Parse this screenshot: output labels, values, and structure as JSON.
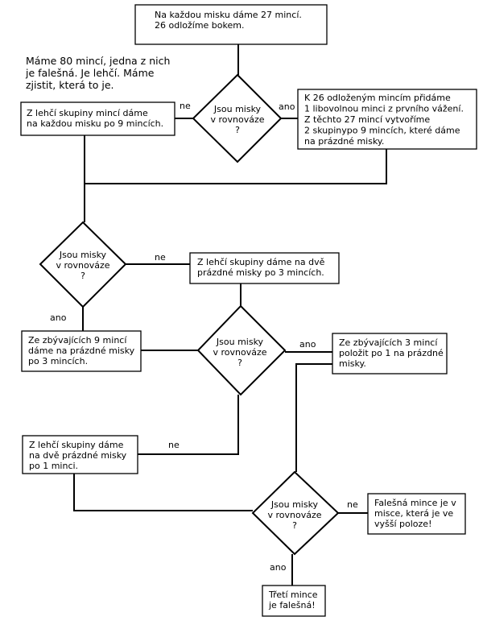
{
  "nodes": {
    "start": {
      "lines": [
        "Na každou misku dáme 27 mincí.",
        "26 odložíme bokem."
      ]
    },
    "intro": {
      "lines": [
        "Máme 80 mincí, jedna z nich",
        "je falešná. Je lehčí. Máme",
        "zjistit, která to je."
      ]
    },
    "decision1": {
      "lines": [
        "Jsou misky",
        "v rovnováze",
        "?"
      ]
    },
    "box_left1": {
      "lines": [
        "Z lehčí skupiny mincí dáme",
        "na každou misku po 9 mincích."
      ]
    },
    "box_right1": {
      "lines": [
        "K 26 odloženým mincím přidáme",
        "1 libovolnou minci z prvního vážení.",
        "Z těchto 27 mincí vytvoříme",
        "2 skupinypo 9 mincích, které dáme",
        "na prázdné misky."
      ]
    },
    "decision2": {
      "lines": [
        "Jsou misky",
        "v rovnováze",
        "?"
      ]
    },
    "box_mid2": {
      "lines": [
        "Z lehčí skupiny dáme na dvě",
        "prázdné misky po 3 mincích."
      ]
    },
    "box_left3": {
      "lines": [
        "Ze zbývajících 9 mincí",
        "dáme na prázdné misky",
        "po 3 mincích."
      ]
    },
    "decision3": {
      "lines": [
        "Jsou misky",
        "v rovnováze",
        "?"
      ]
    },
    "box_right3": {
      "lines": [
        "Ze zbývajících 3 mincí",
        "položit po 1 na prázdné",
        "misky."
      ]
    },
    "box_left4": {
      "lines": [
        "Z lehčí skupiny dáme",
        "na dvě prázdné misky",
        "po 1 minci."
      ]
    },
    "decision4": {
      "lines": [
        "Jsou misky",
        "v rovnováze",
        "?"
      ]
    },
    "box_right4": {
      "lines": [
        "Falešná mince je v",
        "misce, která je ve",
        "vyšší poloze!"
      ]
    },
    "box_end": {
      "lines": [
        "Třetí mince",
        "je falešná!"
      ]
    }
  },
  "labels": {
    "no": "ne",
    "yes": "ano"
  }
}
